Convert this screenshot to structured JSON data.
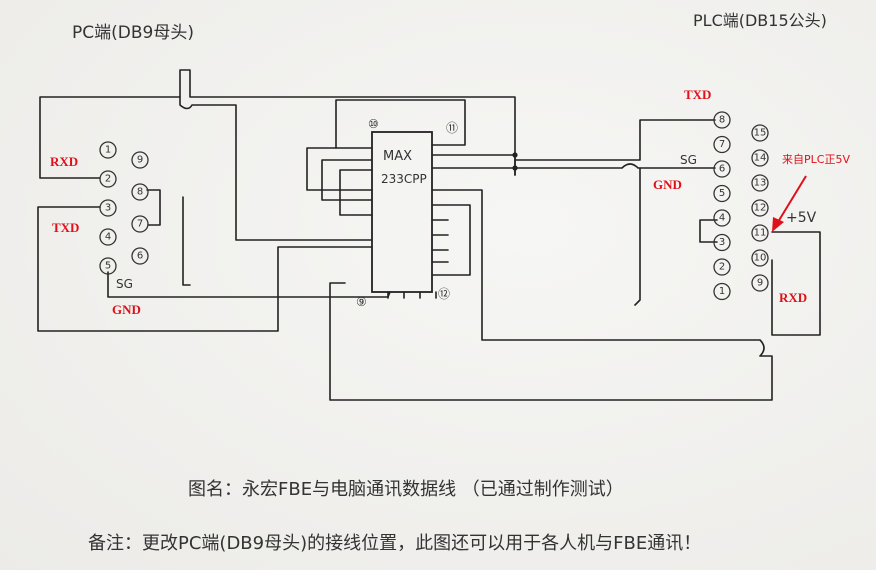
{
  "pc_header": "PC端(DB9母头)",
  "plc_header": "PLC端(DB15公头)",
  "chip": {
    "line1": "MAX",
    "line2": "233CPP",
    "top_left_pin": "⑩",
    "top_right_pin": "⑪",
    "bottom_left_pin": "⑨",
    "bottom_right_pin": "⑫"
  },
  "pc_labels": {
    "rxd": "RXD",
    "txd": "TXD",
    "gnd": "GND",
    "sg": "SG"
  },
  "plc_labels": {
    "txd": "TXD",
    "gnd": "GND",
    "sg": "SG",
    "rxd": "RXD",
    "plus5v": "+5V",
    "from_plc": "来自PLC正5V"
  },
  "pc_pins_left": [
    "1",
    "2",
    "3",
    "4",
    "5"
  ],
  "pc_pins_right": [
    "9",
    "8",
    "7",
    "6"
  ],
  "plc_pins_left": [
    "8",
    "7",
    "6",
    "5",
    "4",
    "3",
    "2",
    "1"
  ],
  "plc_pins_right": [
    "15",
    "14",
    "13",
    "12",
    "11",
    "10",
    "9"
  ],
  "caption": "图名：永宏FBE与电脑通讯数据线 （已通过制作测试）",
  "note": "备注：更改PC端(DB9母头)的接线位置，此图还可以用于各人机与FBE通讯！",
  "colors": {
    "annotation": "#e0101a",
    "ink": "#222222"
  }
}
